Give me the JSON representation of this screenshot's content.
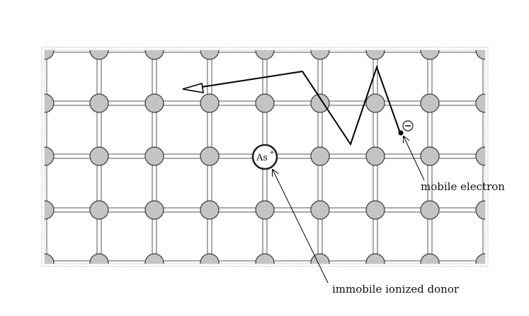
{
  "diagram": {
    "donor_label": "As",
    "donor_charge": "+",
    "electron_charge_symbol": "−",
    "annotations": {
      "mobile_electron": "mobile electron",
      "immobile_ionized_donor": "immobile ionized donor"
    },
    "colors": {
      "atom_fill": "#c4c4c4",
      "atom_stroke": "#3a3a3a",
      "bond": "#555555",
      "frame": "#9a9a9a"
    }
  }
}
